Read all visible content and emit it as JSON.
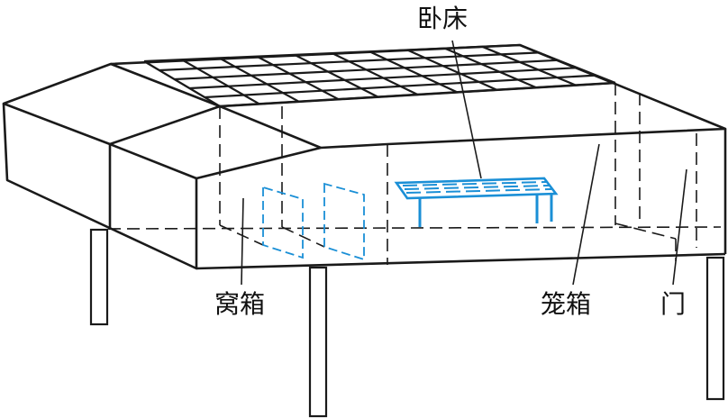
{
  "labels": {
    "bed": "卧床",
    "nest_box": "窝箱",
    "cage_box": "笼箱",
    "door": "门"
  },
  "colors": {
    "outline": "#1a1a1a",
    "interior": "#1a8fd6",
    "background": "#ffffff"
  }
}
